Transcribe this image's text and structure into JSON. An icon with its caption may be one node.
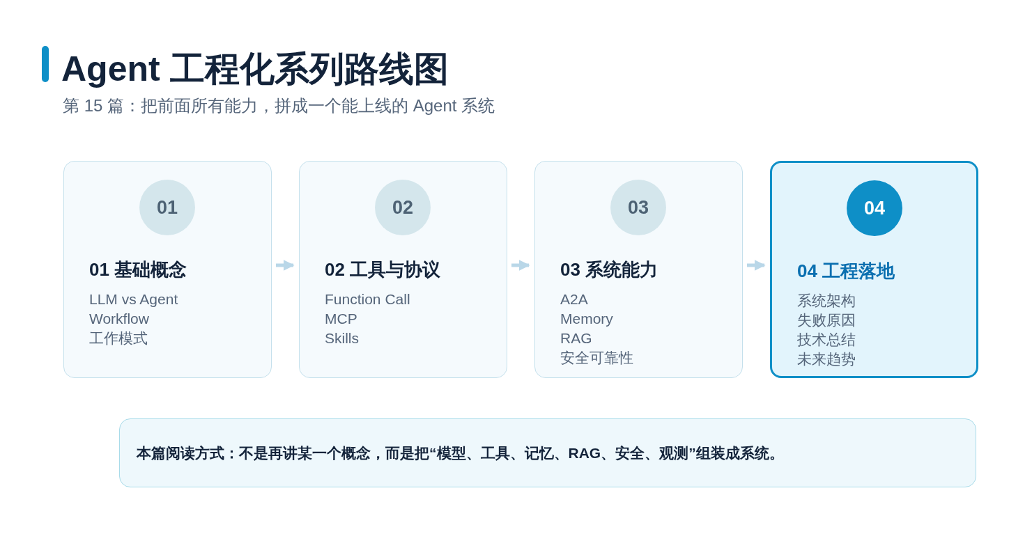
{
  "diagram": {
    "title": "Agent 工程化系列路线图",
    "nodes": [
      {
        "text": [
          "01 基础概念",
          "LLM vs Agent",
          "Workflow",
          "工作模式"
        ]
      },
      {
        "text": [
          "01"
        ],
        "in": 0
      },
      {
        "text": [
          "02 工具与协议",
          "Function Call",
          "MCP",
          "Skills"
        ]
      },
      {
        "text": [
          "02"
        ],
        "in": 2
      },
      {
        "text": [
          "03 系统能力",
          "A2A",
          "Memory",
          "RAG",
          "安全可靠性"
        ]
      },
      {
        "text": [
          "03"
        ],
        "in": 4
      },
      {
        "text": [
          "04 工程落地",
          "系统架构",
          "失败原因",
          "技术总结",
          "未来趋势"
        ]
      },
      {
        "text": [
          "04"
        ],
        "in": 6
      },
      {
        "text": [
          "本篇阅读方式：不是再讲某一个概念，而是把“模型、工具、记忆、RAG、安全、观测”组装成系统。"
        ]
      }
    ],
    "edges": [
      {
        "from": 0,
        "to": 2,
        "arrow": "to"
      },
      {
        "from": 2,
        "to": 4,
        "arrow": "to"
      },
      {
        "from": 4,
        "to": 6,
        "arrow": "to"
      }
    ],
    "labels": [
      "第 15 篇：把前面所有能力，拼成一个能上线的 Agent 系统"
    ]
  }
}
